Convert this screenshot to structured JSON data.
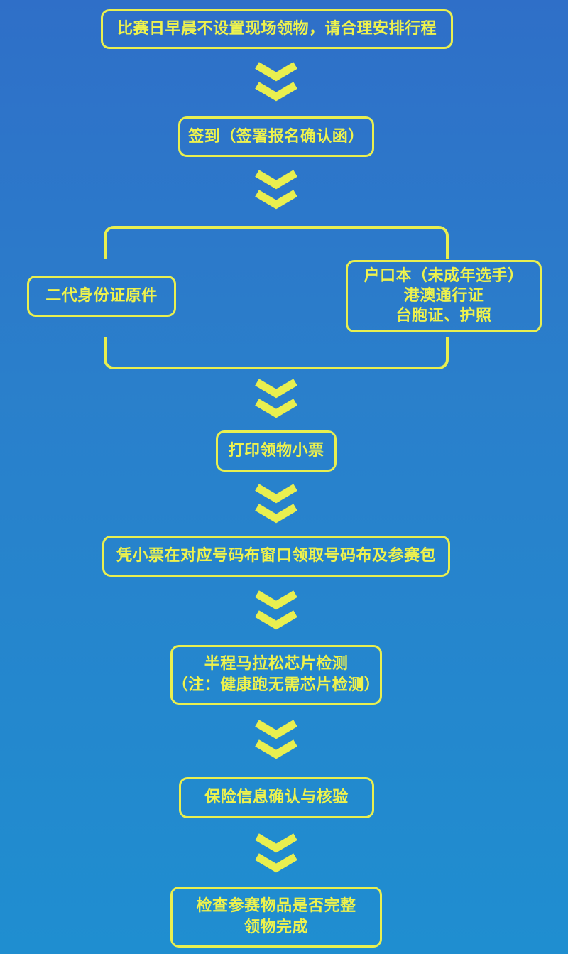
{
  "steps": {
    "step1": "比赛日早晨不设置现场领物，请合理安排行程",
    "step2": "签到（签署报名确认函）",
    "id_left": "二代身份证原件",
    "id_right": [
      "户口本（未成年选手）",
      "港澳通行证",
      "台胞证、护照"
    ],
    "step4": "打印领物小票",
    "step5": "凭小票在对应号码布窗口领取号码布及参赛包",
    "step6": [
      "半程马拉松芯片检测",
      "（注：健康跑无需芯片检测）"
    ],
    "step7": "保险信息确认与核验",
    "step8": [
      "检查参赛物品是否完整",
      "领物完成"
    ]
  },
  "colors": {
    "accent": "#e9ef4f",
    "background_top": "#2f6fc8",
    "background_bottom": "#1f8ed0"
  },
  "icons": [
    "chevron-down-double-icon"
  ]
}
